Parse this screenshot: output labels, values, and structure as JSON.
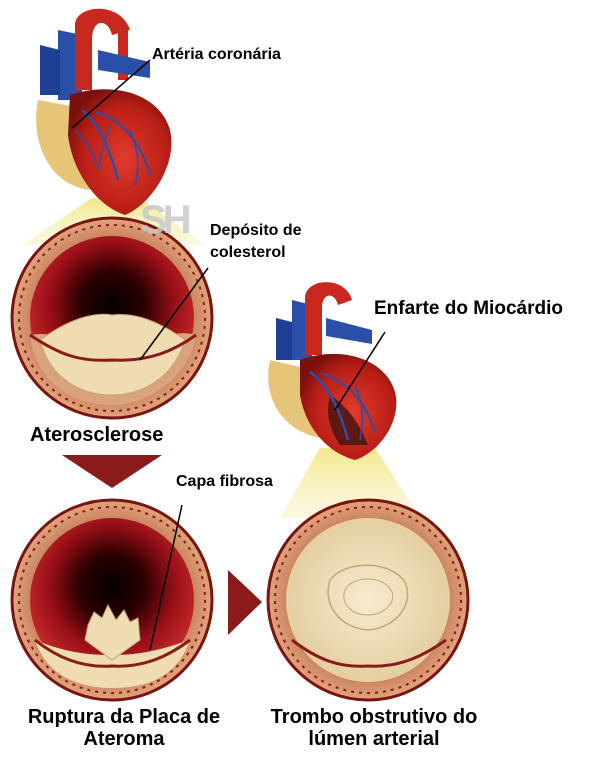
{
  "labels": {
    "coronary_artery": "Artéria coronária",
    "cholesterol_deposit_line1": "Depósito de",
    "cholesterol_deposit_line2": "colesterol",
    "myocardial_infarction": "Enfarte do Miocárdio",
    "atherosclerosis": "Aterosclerose",
    "fibrous_cap": "Capa fibrosa",
    "plaque_rupture_line1": "Ruptura da Placa de",
    "plaque_rupture_line2": "Ateroma",
    "obstructive_thrombus_line1": "Trombo obstrutivo do",
    "obstructive_thrombus_line2": "lúmen arterial"
  },
  "watermark": "SH",
  "colors": {
    "artery_wall": "#d38d68",
    "wall_edge": "#7a1410",
    "lumen_dark": "#1a0000",
    "lumen_red": "#b0101a",
    "plaque": "#efdcb3",
    "beam": "#f4ec9a",
    "heart_red": "#c8281e",
    "vessel_blue": "#2a4fa8",
    "arrow": "#8b1a1a"
  }
}
